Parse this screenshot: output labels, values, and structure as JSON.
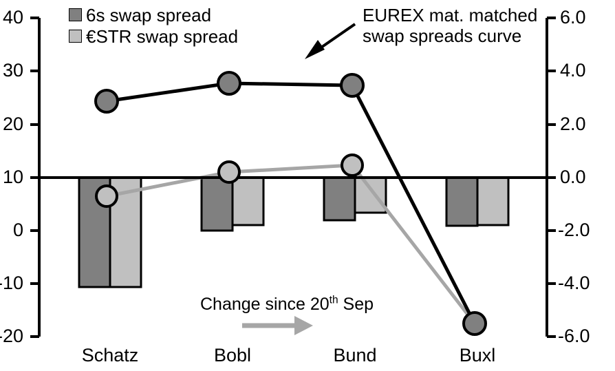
{
  "chart_data": {
    "type": "bar",
    "title": "",
    "xlabel": "",
    "ylabel": "",
    "categories": [
      "Schatz",
      "Bobl",
      "Bund",
      "Buxl"
    ],
    "left_axis": {
      "ticks": [
        "40",
        "30",
        "20",
        "10",
        "0",
        "-10",
        "-20"
      ],
      "values": [
        40,
        30,
        20,
        10,
        0,
        -10,
        -20
      ],
      "ylim": [
        -20,
        40
      ]
    },
    "right_axis": {
      "ticks": [
        "6.0",
        "4.0",
        "2.0",
        "0.0",
        "-2.0",
        "-4.0",
        "-6.0"
      ],
      "values": [
        6.0,
        4.0,
        2.0,
        0.0,
        -2.0,
        -4.0,
        -6.0
      ],
      "ylim": [
        -6.0,
        6.0
      ]
    },
    "grid": false,
    "legend_position": "top-left",
    "series": [
      {
        "name": "6s swap spread",
        "type": "bar",
        "axis": "left",
        "color": "#808080",
        "values": [
          -10.3,
          0.0,
          2.0,
          1.0
        ]
      },
      {
        "name": "€STR swap spread",
        "type": "bar",
        "axis": "left",
        "color": "#c0c0c0",
        "values": [
          -10.3,
          1.0,
          3.4,
          1.1
        ]
      },
      {
        "name": "EUREX mat. matched swap spreads curve",
        "type": "line",
        "axis": "left",
        "color": "#000000",
        "marker_color": "#808080",
        "values": [
          24.6,
          27.9,
          27.3,
          -18.1
        ]
      },
      {
        "name": "Change since 20th Sep",
        "type": "line",
        "axis": "left",
        "color": "#a6a6a6",
        "marker_color": "#c0c0c0",
        "values": [
          6.1,
          10.5,
          12.7,
          -18.1
        ]
      }
    ],
    "annotations": [
      {
        "id": "eurex",
        "line1": "EUREX mat. matched",
        "line2": "swap spreads curve",
        "arrow": "diagonal-down-left"
      },
      {
        "id": "change",
        "text_before": "Change since 20",
        "superscript": "th",
        "text_after": " Sep",
        "arrow": "right"
      }
    ]
  },
  "legend": {
    "items": [
      {
        "label": "6s swap spread",
        "color": "#808080"
      },
      {
        "label": "€STR swap spread",
        "color": "#c0c0c0"
      }
    ]
  },
  "axes": {
    "left_ticks": [
      "40",
      "30",
      "20",
      "10",
      "0",
      "-10",
      "-20"
    ],
    "right_ticks": [
      "6.0",
      "4.0",
      "2.0",
      "0.0",
      "-2.0",
      "-4.0",
      "-6.0"
    ],
    "categories": [
      "Schatz",
      "Bobl",
      "Bund",
      "Buxl"
    ]
  },
  "annotations": {
    "eurex_line1": "EUREX mat. matched",
    "eurex_line2": "swap spreads curve",
    "change_before": "Change since 20",
    "change_sup": "th",
    "change_after": " Sep"
  },
  "colors": {
    "bar_dark": "#808080",
    "bar_light": "#c0c0c0",
    "line_black": "#000000",
    "line_gray": "#a6a6a6",
    "axis": "#000000"
  }
}
